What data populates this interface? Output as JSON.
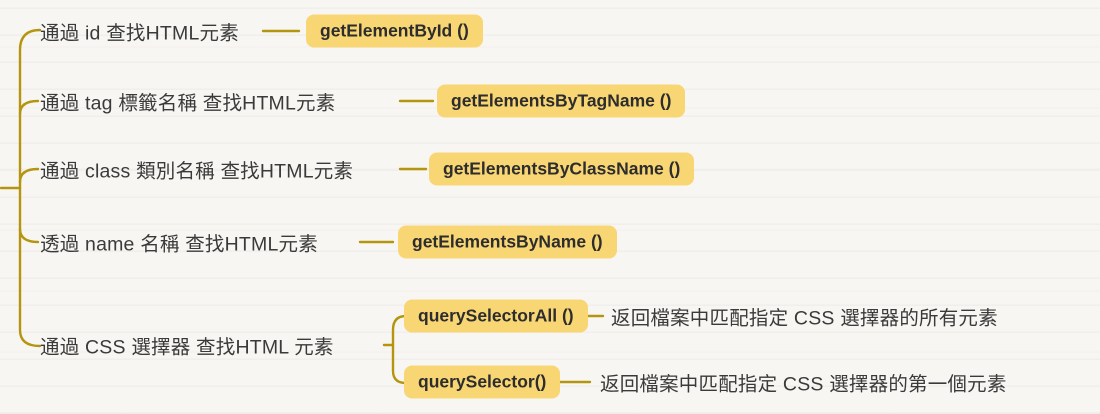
{
  "theme": {
    "background": "#f8f6f3",
    "line_color": "#b4950f",
    "node_fill": "#f9d674",
    "label_text_color": "#3a3a3a",
    "method_text_color": "#2d2d2d"
  },
  "mindmap": {
    "branches": [
      {
        "label": "通過 id 查找HTML元素",
        "method": "getElementById ()"
      },
      {
        "label": "通過 tag 標籤名稱 查找HTML元素",
        "method": "getElementsByTagName ()"
      },
      {
        "label": "通過 class 類別名稱 查找HTML元素",
        "method": "getElementsByClassName ()"
      },
      {
        "label": "透過 name 名稱 查找HTML元素",
        "method": "getElementsByName ()"
      },
      {
        "label": "通過 CSS 選擇器 查找HTML 元素",
        "children": [
          {
            "method": "querySelectorAll ()",
            "description": "返回檔案中匹配指定 CSS 選擇器的所有元素"
          },
          {
            "method": "querySelector()",
            "description": "返回檔案中匹配指定 CSS 選擇器的第一個元素"
          }
        ]
      }
    ]
  }
}
